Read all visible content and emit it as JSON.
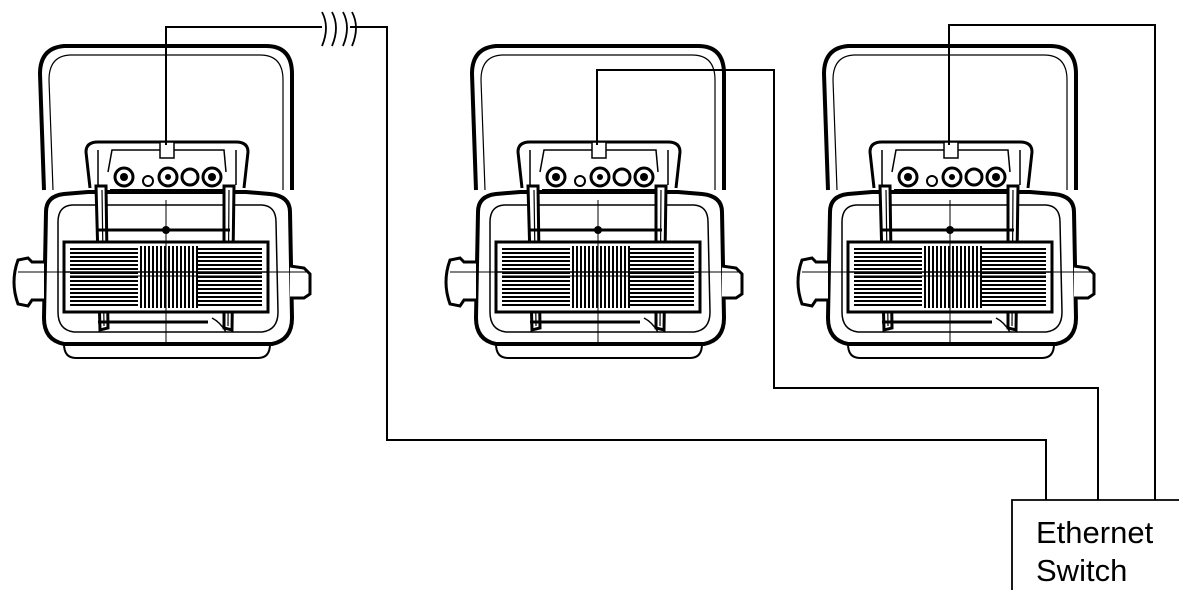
{
  "switch": {
    "line1": "Ethernet",
    "line2": "Switch"
  },
  "fixtures": [
    {
      "id": "fixture-1"
    },
    {
      "id": "fixture-2"
    },
    {
      "id": "fixture-3"
    }
  ],
  "colors": {
    "stroke": "#000000",
    "background": "#ffffff"
  }
}
